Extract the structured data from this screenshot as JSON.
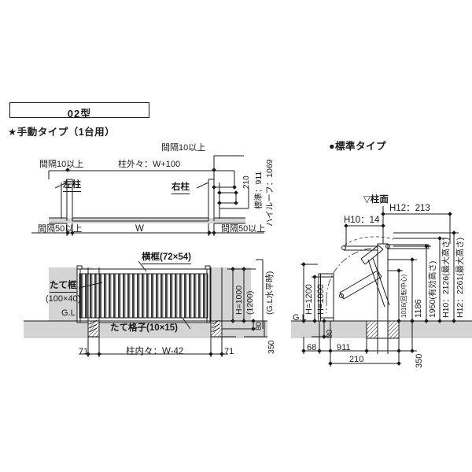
{
  "page": {
    "background": "#ffffff",
    "ground_color": "#d4d4d4",
    "line_color": "#1a1a1a"
  },
  "title": {
    "model_label": "02型"
  },
  "left_drawing": {
    "heading": "★手動タイプ（1台用）",
    "plan_view": {
      "dim_gap_left": "間隔10以上",
      "dim_post_outer": "柱外々：W+100",
      "dim_gap_right": "間隔10以上",
      "label_left_post": "左柱",
      "label_right_post": "右柱",
      "dim_210": "210",
      "dim_standard": "標準：911",
      "dim_highroof": "ハイルーフ：1069",
      "dim_gap_bottom_left": "間隔50以上",
      "dim_w": "W",
      "dim_gap_bottom_right": "間隔50以上"
    },
    "elevation_view": {
      "label_top_rail": "横框(72×54)",
      "label_stile_1": "たて框",
      "label_stile_2": "(100×40)",
      "label_gl": "G.L",
      "label_lattice": "たて格子(10×15)",
      "dim_h": "H=1000",
      "dim_h_alt": "(1200)",
      "dim_80": "80",
      "note_gl_level": "(G.L水平時)",
      "dim_71_left": "71",
      "dim_inner": "柱内々：W-42",
      "dim_71_right": "71",
      "dim_350": "350"
    }
  },
  "right_drawing": {
    "heading": "●標準タイプ",
    "label_post_face": "▽柱面",
    "dim_h12_top": "H12：213",
    "dim_h10_top": "H10：14",
    "dim_h_1200": "H=1200",
    "dim_h_1000": "H=1000",
    "dim_80": "80",
    "label_gl": "G.L",
    "dim_68": "68",
    "dim_911": "911",
    "dim_210": "210",
    "dim_350": "350",
    "dim_1016": "1016(回転中心)",
    "dim_1186": "1186",
    "dim_1950": "1950(有効高さ)",
    "dim_h10_max": "H10：2126(最大高さ)",
    "dim_h12_max": "H12：2261(最大高さ)"
  }
}
